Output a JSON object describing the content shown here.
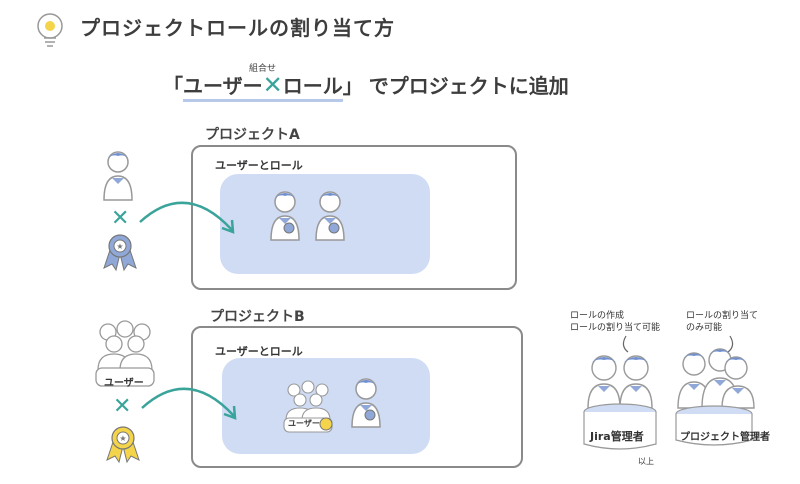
{
  "header": {
    "title": "プロジェクトロールの割り当て方"
  },
  "subtitle": {
    "open_bracket": "「",
    "user": "ユーザー",
    "cross": "✕",
    "role": "ロール",
    "close_bracket": "」",
    "rest": "でプロジェクトに追加",
    "annotation": "組合せ"
  },
  "project_a": {
    "label": "プロジェクトA",
    "inner_label": "ユーザーとロール"
  },
  "project_b": {
    "label": "プロジェクトB",
    "inner_label": "ユーザーとロール",
    "group_label": "ユーザー",
    "group_label_small": "ユーザー"
  },
  "admins": {
    "jira_note_line1": "ロールの作成",
    "jira_note_line2": "ロールの割り当て可能",
    "project_note_line1": "ロールの割り当て",
    "project_note_line2": "のみ可能",
    "jira_label": "Jira管理者",
    "jira_sub": "以上",
    "project_label": "プロジェクト管理者"
  },
  "colors": {
    "teal": "#3aa49a",
    "badge_blue": "#8fa8d8",
    "badge_gold": "#f3d44a",
    "inner_bg": "#cfdcf4",
    "hair_blue": "#6f8fcf"
  }
}
